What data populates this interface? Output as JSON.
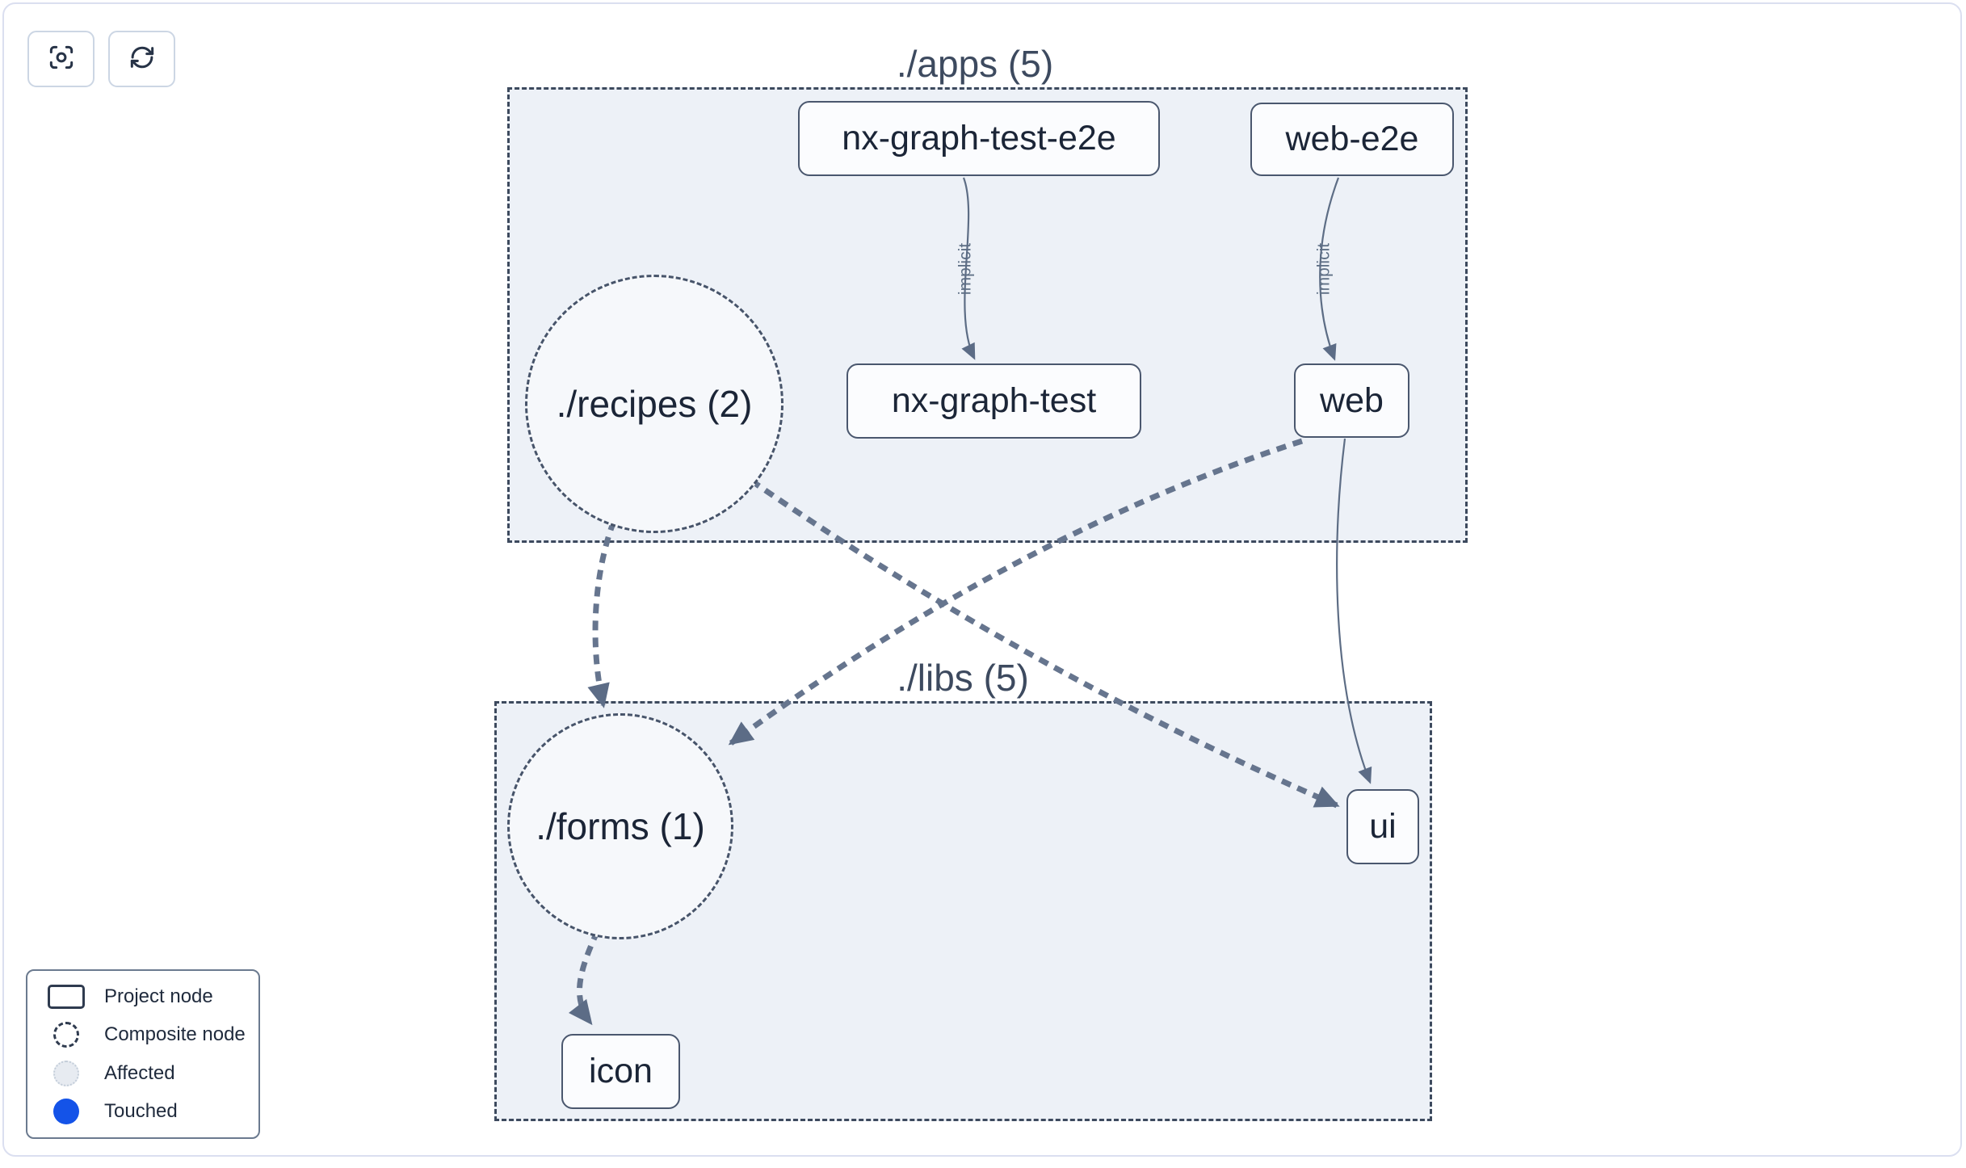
{
  "toolbar": {
    "focus_button": {
      "icon": "focus-icon"
    },
    "refresh_button": {
      "icon": "refresh-icon"
    }
  },
  "graph": {
    "groups": [
      {
        "id": "apps",
        "label": "./apps (5)"
      },
      {
        "id": "libs",
        "label": "./libs (5)"
      }
    ],
    "composite_nodes": [
      {
        "label": "./recipes (2)",
        "group": "apps"
      },
      {
        "label": "./forms (1)",
        "group": "libs"
      }
    ],
    "project_nodes": [
      {
        "label": "nx-graph-test-e2e",
        "group": "apps"
      },
      {
        "label": "web-e2e",
        "group": "apps"
      },
      {
        "label": "nx-graph-test",
        "group": "apps"
      },
      {
        "label": "web",
        "group": "apps"
      },
      {
        "label": "ui",
        "group": "libs"
      },
      {
        "label": "icon",
        "group": "libs"
      }
    ],
    "edges": [
      {
        "from": "nx-graph-test-e2e",
        "to": "nx-graph-test",
        "label": "implicit",
        "style": "solid"
      },
      {
        "from": "web-e2e",
        "to": "web",
        "label": "implicit",
        "style": "solid"
      },
      {
        "from": "./recipes (2)",
        "to": "./forms (1)",
        "label": "",
        "style": "thick-dashed"
      },
      {
        "from": "./recipes (2)",
        "to": "ui",
        "label": "",
        "style": "thick-dashed"
      },
      {
        "from": "web",
        "to": "./forms (1)",
        "label": "",
        "style": "thick-dashed"
      },
      {
        "from": "web",
        "to": "ui",
        "label": "",
        "style": "solid"
      },
      {
        "from": "./forms (1)",
        "to": "icon",
        "label": "",
        "style": "thick-dashed"
      }
    ]
  },
  "legend": {
    "items": [
      {
        "swatch": "project",
        "label": "Project node"
      },
      {
        "swatch": "composite",
        "label": "Composite node"
      },
      {
        "swatch": "affected",
        "label": "Affected"
      },
      {
        "swatch": "touched",
        "label": "Touched"
      }
    ]
  },
  "colors": {
    "group_fill": "#edf1f7",
    "group_border": "#3d4a5e",
    "edge": "#66758e",
    "arrow": "#5c6c86",
    "touched_blue": "#1453e8",
    "affected_gray": "#e7ebf1"
  }
}
